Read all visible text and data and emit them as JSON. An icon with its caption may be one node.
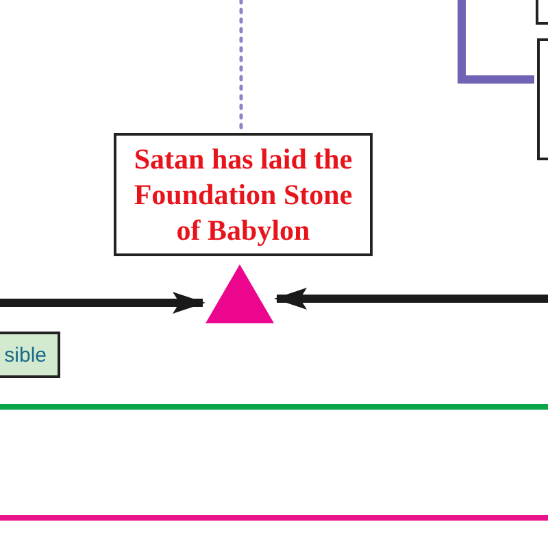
{
  "diagram": {
    "nodes": [
      {
        "text": [
          "Satan has laid the Foundation Stone of Babylon"
        ]
      },
      {
        "text": [],
        "shape": "triangle"
      },
      {
        "text": [
          "sible"
        ]
      },
      {
        "text": [],
        "shape": "box"
      },
      {
        "text": [],
        "shape": "box"
      }
    ],
    "edges": [
      {
        "from": null,
        "to": 0,
        "arrow": "none",
        "style": "dashed",
        "color": "#8a84c8"
      },
      {
        "from": null,
        "to": 1,
        "arrow": "to"
      },
      {
        "from": null,
        "to": 1,
        "arrow": "to"
      },
      {
        "from": null,
        "to": 4,
        "arrow": "none",
        "color": "#6f63b5"
      }
    ]
  }
}
